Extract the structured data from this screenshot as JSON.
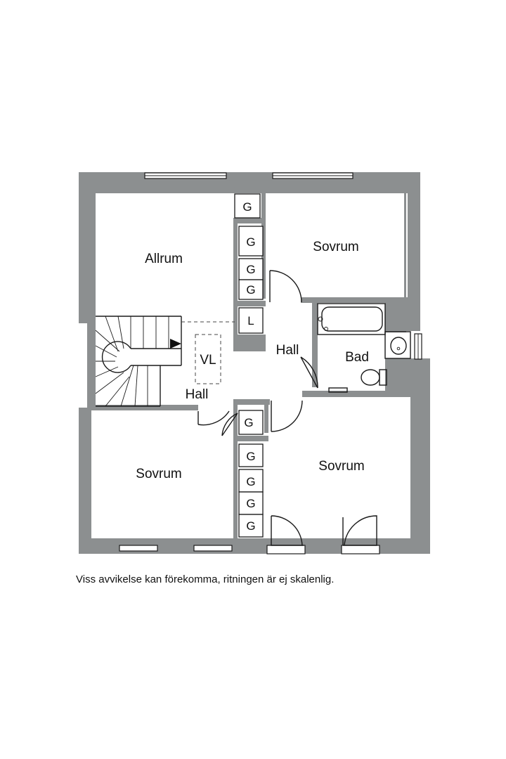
{
  "rooms": {
    "allrum": "Allrum",
    "sovrum_top_right": "Sovrum",
    "sovrum_bottom_left": "Sovrum",
    "sovrum_bottom_right": "Sovrum",
    "hall_center": "Hall",
    "hall_left": "Hall",
    "bad": "Bad",
    "vl": "VL"
  },
  "closets": {
    "g_top": "G",
    "g_mid_1": "G",
    "g_mid_2": "G",
    "g_mid_3": "G",
    "l_linen": "L",
    "g_hall": "G",
    "g_low_1": "G",
    "g_low_2": "G",
    "g_low_3": "G",
    "g_low_4": "G"
  },
  "disclaimer": "Viss avvikelse kan förekomma, ritningen är ej skalenlig.",
  "colors": {
    "wall": "#8c8f90",
    "line": "#1a1a1a",
    "background": "#ffffff"
  }
}
